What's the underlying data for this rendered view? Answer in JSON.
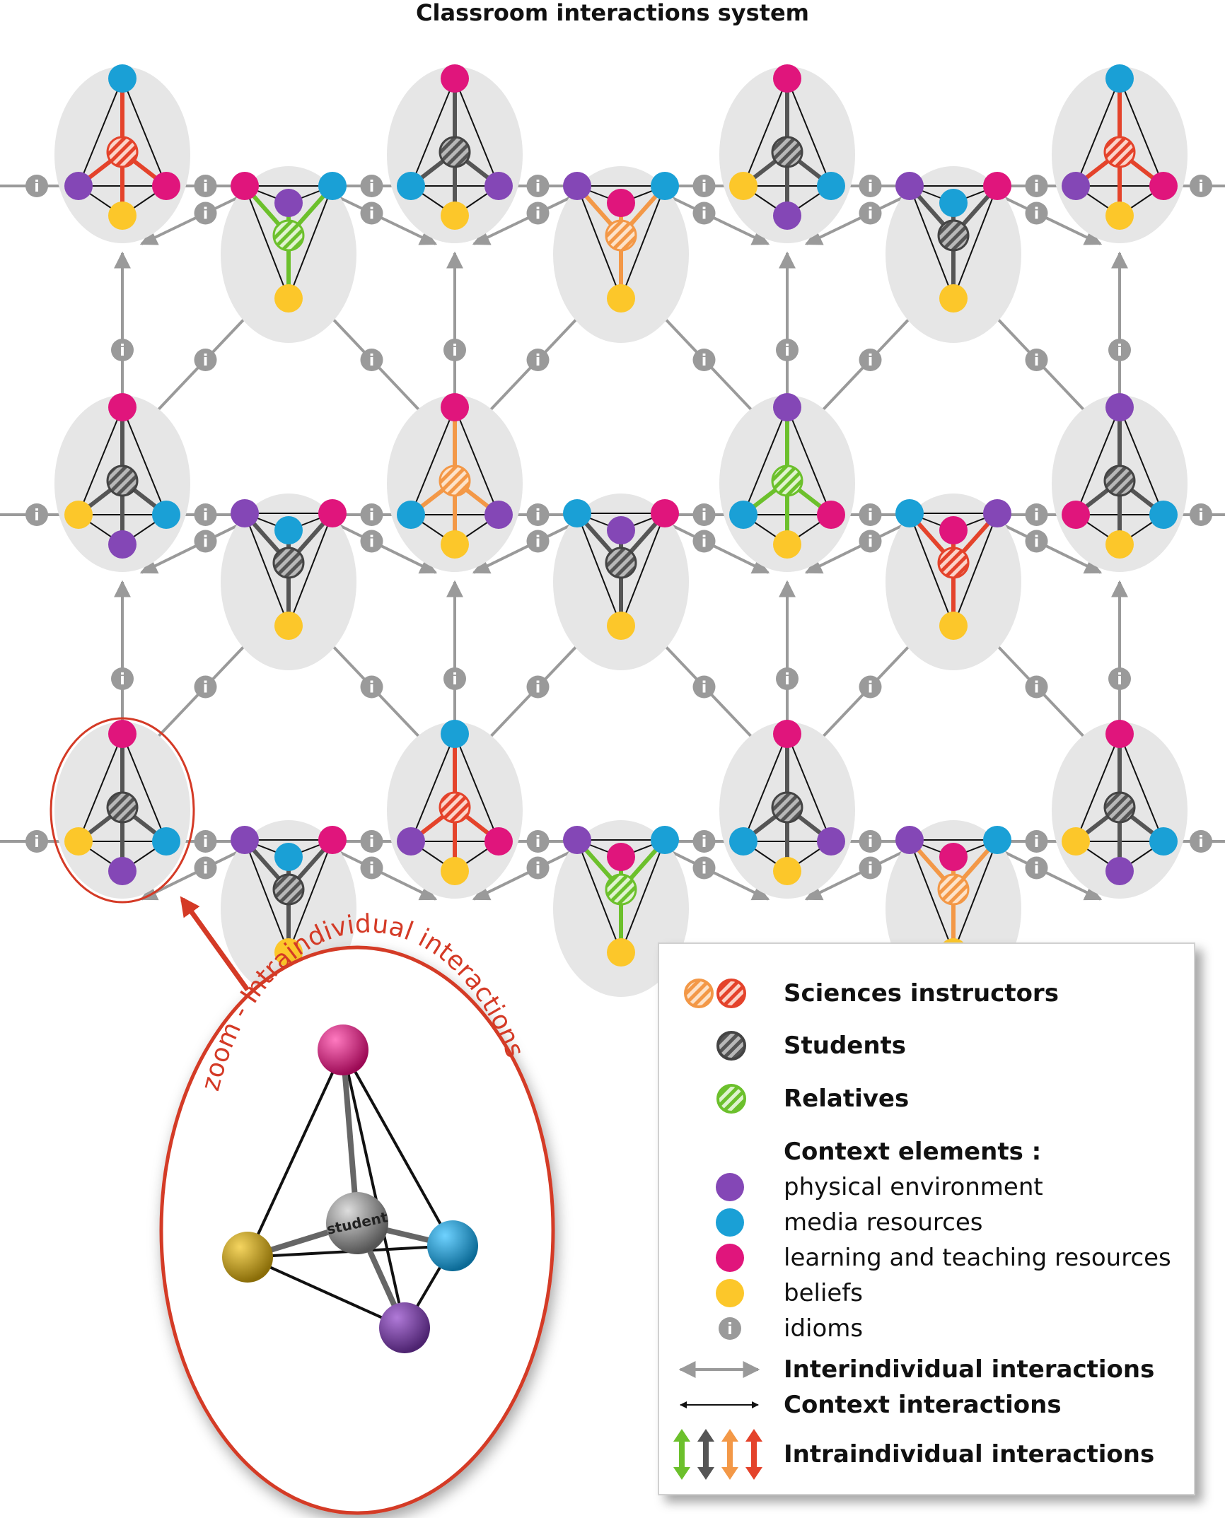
{
  "title": "Classroom interactions system",
  "colors": {
    "physical": "#8447b6",
    "media": "#1aa0d6",
    "learning": "#e0157c",
    "beliefs": "#fcc72a",
    "idiom": "#9a9a9a",
    "instructor_light": "#f39847",
    "instructor_dark": "#e4432b",
    "student": "#555555",
    "relative": "#6cc02c",
    "zoom_border": "#d43a26",
    "cell_bg": "#e6e6e6"
  },
  "idiom_symbol": "i",
  "zoom": {
    "label": "zoom - Intraindividual interactions",
    "center_label": "student"
  },
  "legend": {
    "sciences_instructors": "Sciences instructors",
    "students": "Students",
    "relatives": "Relatives",
    "context_elements": "Context elements :",
    "physical_environment": "physical environment",
    "media_resources": "media resources",
    "learning_teaching": "learning and teaching resources",
    "beliefs": "beliefs",
    "idioms": "idioms",
    "interindividual": "Interindividual interactions",
    "context_interactions": "Context  interactions",
    "intraindividual": "Intraindividual interactions"
  }
}
